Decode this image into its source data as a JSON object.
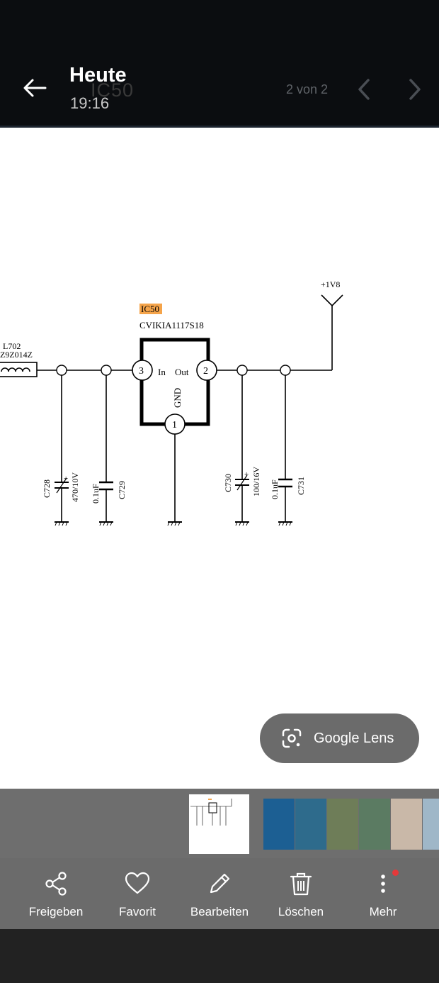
{
  "header": {
    "title": "Heute",
    "time": "19:16",
    "counter": "2 von 2",
    "background_ghost_text": "IC50"
  },
  "schematic": {
    "ic_ref": "IC50",
    "ic_part": "CVIKIA1117S18",
    "rail_label": "+1V8",
    "inductor_ref": "L702",
    "inductor_part": "Z9Z014Z",
    "pin_in_num": "3",
    "pin_in_label": "In",
    "pin_out_num": "2",
    "pin_out_label": "Out",
    "pin_gnd_num": "1",
    "pin_gnd_label": "GND",
    "caps": [
      {
        "ref": "C728",
        "value": "470/10V"
      },
      {
        "ref": "C729",
        "value": "0.1uF"
      },
      {
        "ref": "C730",
        "value": "100/16V"
      },
      {
        "ref": "C731",
        "value": "0.1uF"
      }
    ],
    "highlight_color": "#f5a44a"
  },
  "lens": {
    "label": "Google Lens"
  },
  "actions": [
    {
      "label": "Freigeben",
      "icon": "share-icon"
    },
    {
      "label": "Favorit",
      "icon": "heart-icon"
    },
    {
      "label": "Bearbeiten",
      "icon": "pencil-icon"
    },
    {
      "label": "Löschen",
      "icon": "trash-icon"
    },
    {
      "label": "Mehr",
      "icon": "more-vertical-icon"
    }
  ],
  "colors": {
    "topbar": "#0b0d10",
    "actionbar": "#6b6b6b",
    "filmstrip": "#6e6e6e",
    "notification_dot": "#e5393a"
  }
}
